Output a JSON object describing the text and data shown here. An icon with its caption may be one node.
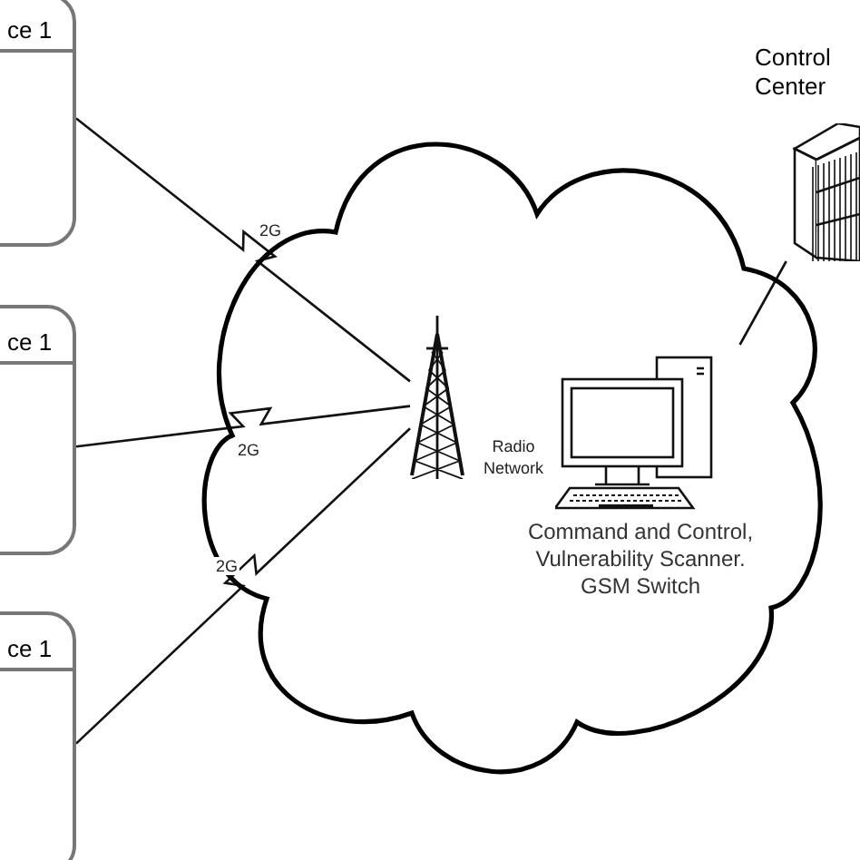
{
  "diagram": {
    "nodes": [
      {
        "text": [
          "ce 1"
        ]
      },
      {
        "text": [
          "ce 1"
        ]
      },
      {
        "text": [
          "ce 1"
        ]
      },
      {
        "text": [],
        "shape": "cloud"
      },
      {
        "text": [
          "Radio Network"
        ],
        "in": 3
      },
      {
        "text": [
          "Command and Control, Vulnerability Scanner. GSM Switch"
        ],
        "in": 3
      },
      {
        "text": [
          "Control Center"
        ]
      }
    ],
    "edges": [
      {
        "from": 0,
        "to": 4,
        "arrow": "none",
        "label": "2G"
      },
      {
        "from": 1,
        "to": 4,
        "arrow": "none",
        "label": "2G"
      },
      {
        "from": 2,
        "to": 4,
        "arrow": "none",
        "label": "2G"
      },
      {
        "from": 5,
        "to": 6,
        "arrow": "none"
      }
    ]
  }
}
